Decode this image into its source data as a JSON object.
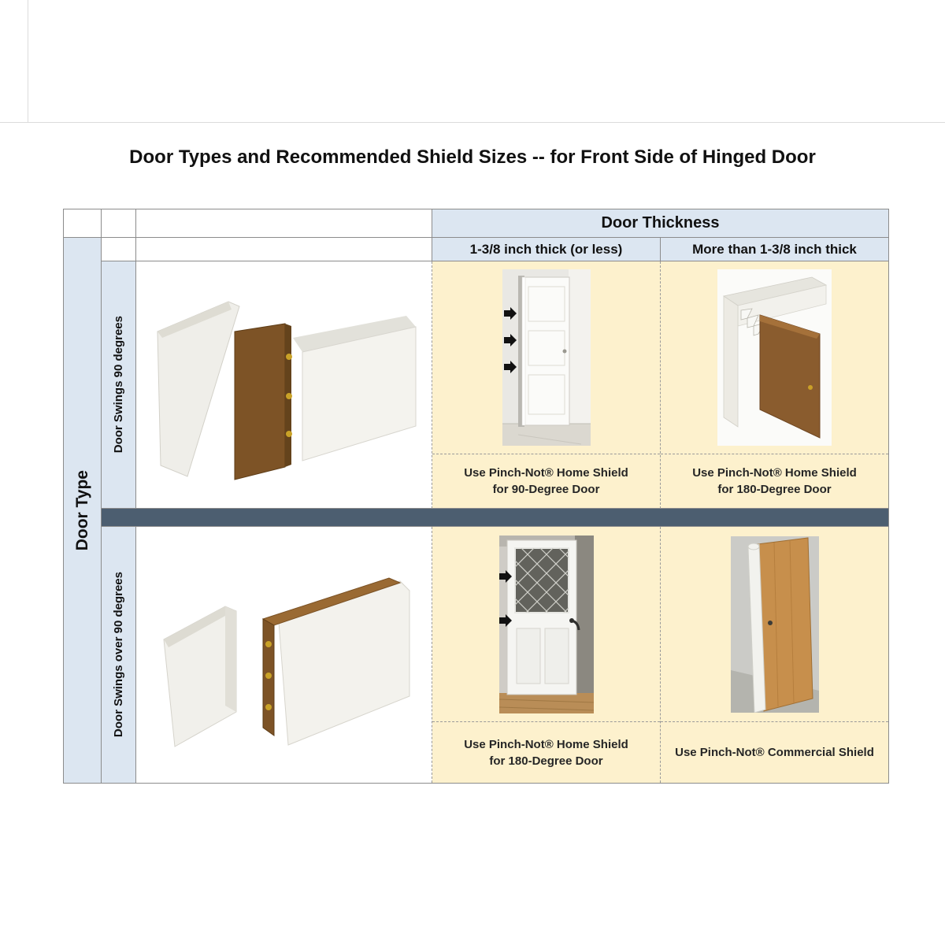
{
  "page": {
    "title": "Door Types and Recommended Shield Sizes -- for Front Side of Hinged Door"
  },
  "table": {
    "row_axis_label": "Door Type",
    "column_axis_label": "Door Thickness",
    "column_headers": [
      "1-3/8 inch thick (or less)",
      "More than 1-3/8 inch thick"
    ],
    "rows": [
      {
        "swing_label": "Door Swings 90 degrees",
        "illustration": "isometric-render-door-open-90-degrees",
        "cells": [
          {
            "photo": "white-door-with-home-shield-and-hinge-arrows",
            "caption_line1": "Use Pinch-Not® Home Shield",
            "caption_line2": "for 90-Degree Door"
          },
          {
            "photo": "render-door-open-180-with-accordion-home-shield",
            "caption_line1": "Use Pinch-Not® Home Shield",
            "caption_line2": "for 180-Degree Door"
          }
        ]
      },
      {
        "swing_label": "Door Swings over 90 degrees",
        "illustration": "isometric-render-door-folded-flat-against-wall",
        "cells": [
          {
            "photo": "glass-panel-door-with-hinge-arrows",
            "caption_line1": "Use Pinch-Not® Home Shield",
            "caption_line2": "for 180-Degree Door"
          },
          {
            "photo": "wood-door-with-commercial-shield-on-hinge-edge",
            "caption_line1": "Use Pinch-Not® Commercial Shield",
            "caption_line2": ""
          }
        ]
      }
    ]
  },
  "colors": {
    "header_blue": "#dce6f1",
    "cell_cream": "#fdf1cd",
    "separator_slate": "#4c5e70",
    "door_brown": "#7d5326",
    "door_tan": "#c78f4c",
    "hinge_brass": "#c9a227",
    "border_gray": "#8c8c8c"
  }
}
